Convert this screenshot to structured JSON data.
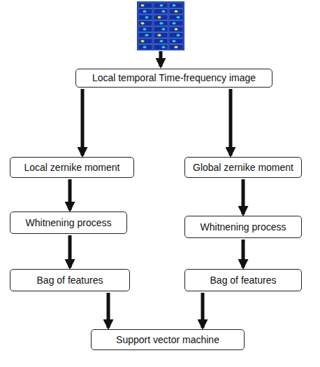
{
  "diagram": {
    "nodes": [
      {
        "text": [
          "Local temporal Time-frequency image"
        ]
      },
      {
        "text": [
          "Local zernike moment"
        ]
      },
      {
        "text": [
          "Global zernike moment"
        ]
      },
      {
        "text": [
          "Whitnening process"
        ]
      },
      {
        "text": [
          "Whitnening process"
        ]
      },
      {
        "text": [
          "Bag of features"
        ]
      },
      {
        "text": [
          "Bag of features"
        ]
      },
      {
        "text": [
          "Support vector machine"
        ]
      }
    ],
    "edges": [
      {
        "from": 0,
        "to": 1,
        "arrow": "to"
      },
      {
        "from": 0,
        "to": 2,
        "arrow": "to"
      },
      {
        "from": 1,
        "to": 3,
        "arrow": "to"
      },
      {
        "from": 2,
        "to": 4,
        "arrow": "to"
      },
      {
        "from": 3,
        "to": 5,
        "arrow": "to"
      },
      {
        "from": 4,
        "to": 6,
        "arrow": "to"
      },
      {
        "from": 5,
        "to": 7,
        "arrow": "to"
      },
      {
        "from": 6,
        "to": 7,
        "arrow": "to"
      }
    ]
  }
}
